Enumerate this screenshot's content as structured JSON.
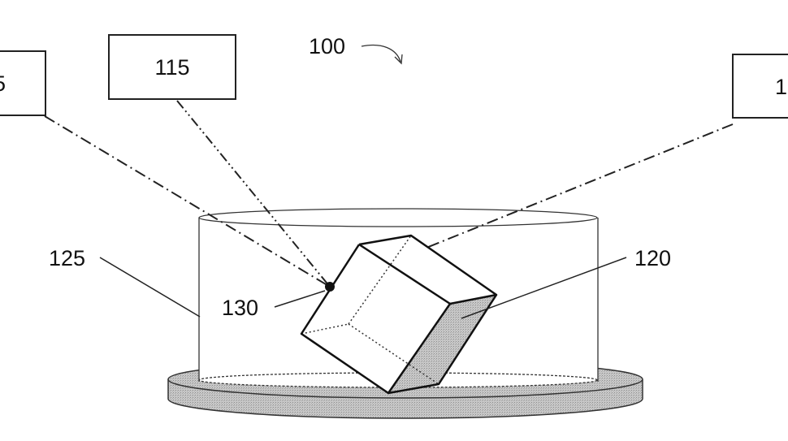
{
  "figure": {
    "reference_numeral": "100",
    "boxes": [
      {
        "id": "left-box",
        "label": "5"
      },
      {
        "id": "top-box",
        "label": "115"
      },
      {
        "id": "right-box",
        "label": "1"
      }
    ],
    "callouts": {
      "container": "125",
      "object": "120",
      "point": "130"
    }
  }
}
